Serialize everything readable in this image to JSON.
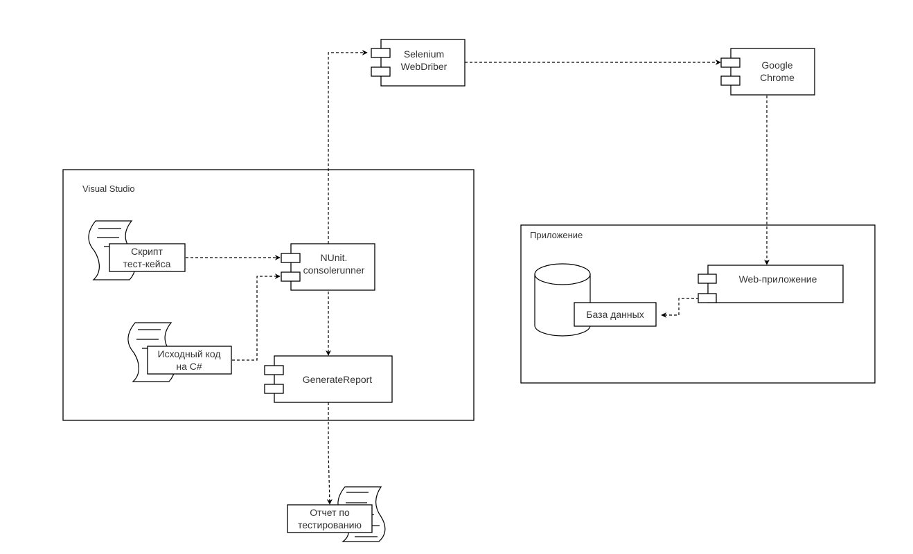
{
  "diagram": {
    "title": "Component diagram: automated web testing",
    "containers": [
      {
        "id": "visual_studio",
        "label": "Visual Studio"
      },
      {
        "id": "app",
        "label": "Приложение"
      }
    ],
    "components": [
      {
        "id": "selenium",
        "label_lines": [
          "Selenium",
          "WebDriber"
        ]
      },
      {
        "id": "chrome",
        "label_lines": [
          "Google",
          "Chrome"
        ]
      },
      {
        "id": "nunit",
        "label_lines": [
          "NUnit.",
          "consolerunner"
        ]
      },
      {
        "id": "generate_report",
        "label_lines": [
          "GenerateReport"
        ]
      },
      {
        "id": "web_app",
        "label_lines": [
          "Web-приложение"
        ]
      }
    ],
    "documents": [
      {
        "id": "test_script",
        "label_lines": [
          "Скрипт",
          "тест-кейса"
        ]
      },
      {
        "id": "source_code",
        "label_lines": [
          "Исходный код",
          "на C#"
        ]
      },
      {
        "id": "test_report",
        "label_lines": [
          "Отчет по",
          "тестированию"
        ]
      }
    ],
    "databases": [
      {
        "id": "database",
        "label": "База данных"
      }
    ],
    "edges": [
      {
        "from": "test_script",
        "to": "nunit",
        "style": "dashed",
        "arrow": "end"
      },
      {
        "from": "source_code",
        "to": "nunit",
        "style": "dashed",
        "arrow": "end"
      },
      {
        "from": "nunit",
        "to": "selenium",
        "style": "dashed",
        "arrow": "end"
      },
      {
        "from": "selenium",
        "to": "chrome",
        "style": "dashed",
        "arrow": "end"
      },
      {
        "from": "chrome",
        "to": "web_app",
        "style": "dashed",
        "arrow": "end"
      },
      {
        "from": "web_app",
        "to": "database",
        "style": "dashed",
        "arrow": "end"
      },
      {
        "from": "nunit",
        "to": "generate_report",
        "style": "dashed",
        "arrow": "end"
      },
      {
        "from": "generate_report",
        "to": "test_report",
        "style": "dashed",
        "arrow": "end"
      }
    ]
  }
}
